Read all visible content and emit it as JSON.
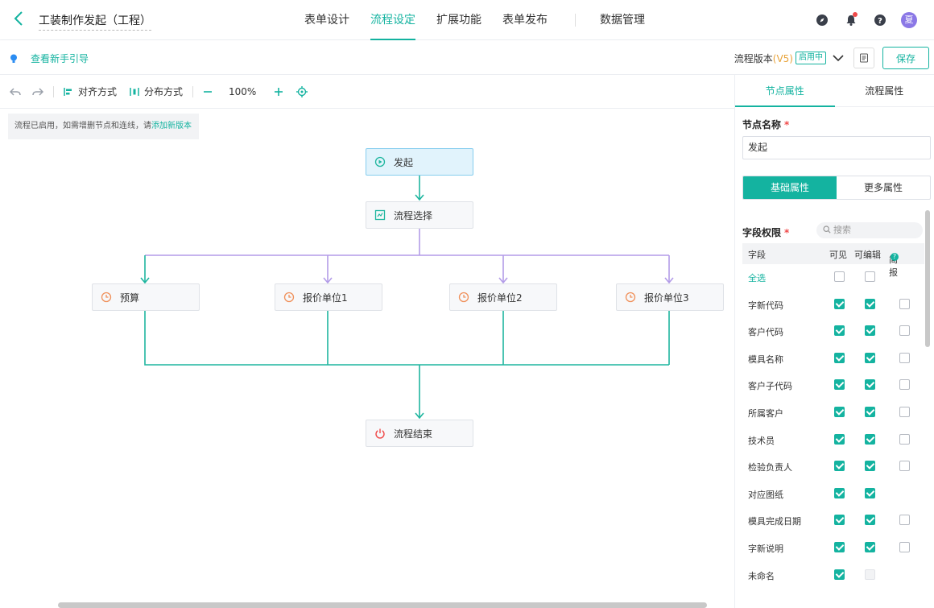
{
  "header": {
    "title": "工装制作发起（工程）",
    "tabs": [
      {
        "label": "表单设计",
        "active": false
      },
      {
        "label": "流程设定",
        "active": true
      },
      {
        "label": "扩展功能",
        "active": false
      },
      {
        "label": "表单发布",
        "active": false
      }
    ],
    "data_tab": "数据管理",
    "avatar_text": "夏",
    "icons": [
      "compass-icon",
      "bell-icon",
      "help-icon",
      "avatar"
    ],
    "accent_color": "#14b3a0"
  },
  "subbar": {
    "guide_label": "查看新手引导",
    "version_label": "流程版本",
    "version_value": "(V5)",
    "status_badge": "启用中",
    "save_label": "保存"
  },
  "toolbar": {
    "align_label": "对齐方式",
    "distribute_label": "分布方式",
    "zoom": "100%"
  },
  "notice": {
    "text": "流程已启用，如需增删节点和连线，请",
    "link": "添加新版本"
  },
  "flow": {
    "nodes": [
      {
        "id": "start",
        "label": "发起",
        "icon": "play-circle-icon"
      },
      {
        "id": "select",
        "label": "流程选择",
        "icon": "branch-select-icon"
      },
      {
        "id": "n1",
        "label": "预算",
        "icon": "clock-icon"
      },
      {
        "id": "n2",
        "label": "报价单位1",
        "icon": "clock-icon"
      },
      {
        "id": "n3",
        "label": "报价单位2",
        "icon": "clock-icon"
      },
      {
        "id": "n4",
        "label": "报价单位3",
        "icon": "clock-icon"
      },
      {
        "id": "end",
        "label": "流程结束",
        "icon": "power-icon"
      }
    ],
    "line_color_main": "#1fb69f",
    "line_color_branch": "#b39ce8"
  },
  "panel": {
    "tabs": [
      {
        "label": "节点属性",
        "active": true
      },
      {
        "label": "流程属性",
        "active": false
      }
    ],
    "node_name_label": "节点名称",
    "node_name_value": "发起",
    "seg_tabs": [
      {
        "label": "基础属性",
        "active": true
      },
      {
        "label": "更多属性",
        "active": false
      }
    ],
    "field_perm_label": "字段权限",
    "search_placeholder": "搜索",
    "columns": {
      "field": "字段",
      "visible": "可见",
      "editable": "可编辑",
      "report": "简报"
    },
    "fields": [
      {
        "name": "全选",
        "link": true,
        "visible": false,
        "editable": false,
        "report": null,
        "report_disabled": false,
        "editable_disabled": false
      },
      {
        "name": "字新代码",
        "visible": true,
        "editable": true,
        "report": false
      },
      {
        "name": "客户代码",
        "visible": true,
        "editable": true,
        "report": false
      },
      {
        "name": "模具名称",
        "visible": true,
        "editable": true,
        "report": false
      },
      {
        "name": "客户子代码",
        "visible": true,
        "editable": true,
        "report": false
      },
      {
        "name": "所属客户",
        "visible": true,
        "editable": true,
        "report": false
      },
      {
        "name": "技术员",
        "visible": true,
        "editable": true,
        "report": false
      },
      {
        "name": "检验负责人",
        "visible": true,
        "editable": true,
        "report": false
      },
      {
        "name": "对应图纸",
        "visible": true,
        "editable": true,
        "report": null
      },
      {
        "name": "模具完成日期",
        "visible": true,
        "editable": true,
        "report": false
      },
      {
        "name": "字新说明",
        "visible": true,
        "editable": true,
        "report": false
      },
      {
        "name": "未命名",
        "visible": true,
        "editable": "disabled",
        "report": null
      }
    ]
  }
}
